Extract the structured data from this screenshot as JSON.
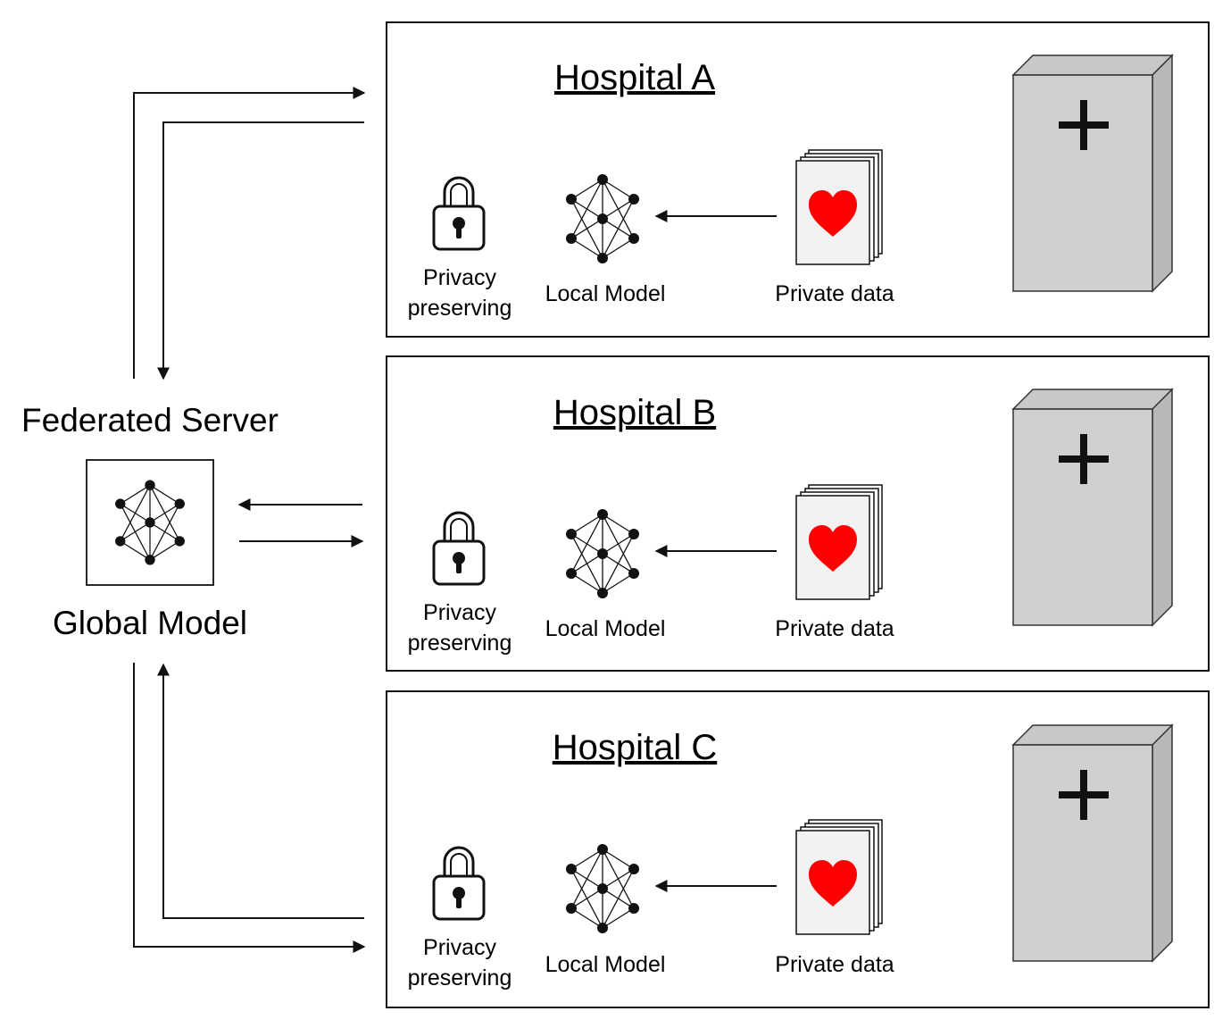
{
  "server": {
    "title": "Federated Server",
    "model_label": "Global Model"
  },
  "hospitals": [
    {
      "name": "Hospital A",
      "privacy_line1": "Privacy",
      "privacy_line2": "preserving",
      "model_label": "Local Model",
      "data_label": "Private data"
    },
    {
      "name": "Hospital B",
      "privacy_line1": "Privacy",
      "privacy_line2": "preserving",
      "model_label": "Local Model",
      "data_label": "Private data"
    },
    {
      "name": "Hospital C",
      "privacy_line1": "Privacy",
      "privacy_line2": "preserving",
      "model_label": "Local Model",
      "data_label": "Private data"
    }
  ],
  "icons": {
    "server_model": "neural-network-icon",
    "lock": "lock-icon",
    "local_model": "neural-network-icon",
    "private_data": "document-stack-heart-icon",
    "hospital_building": "medical-cabinet-icon"
  },
  "colors": {
    "heart": "#ff0000",
    "cabinet": "#d0d0d0",
    "document": "#f2f2f2",
    "line": "#111111"
  }
}
